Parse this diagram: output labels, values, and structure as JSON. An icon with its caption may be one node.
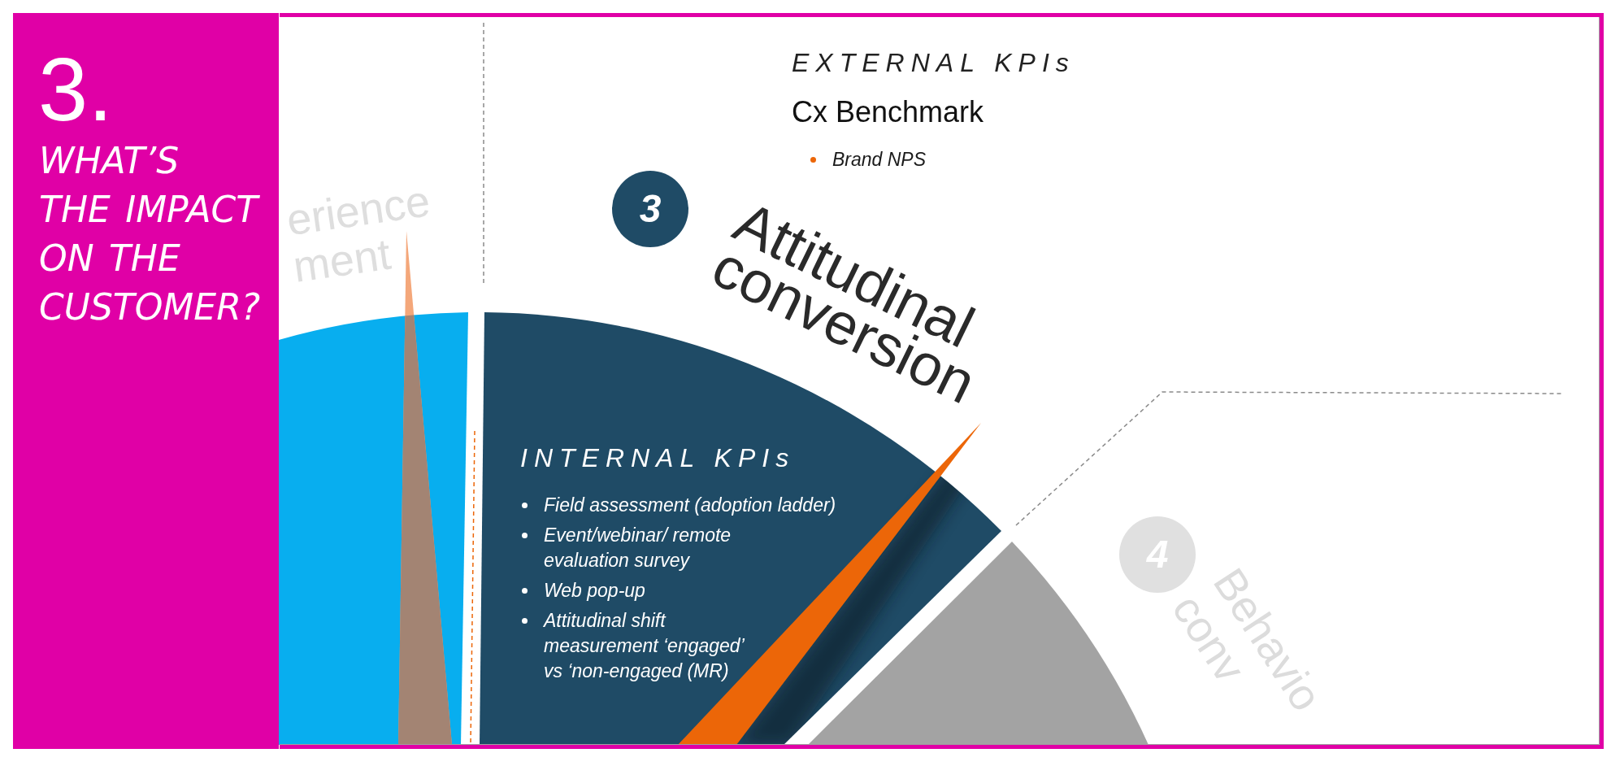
{
  "diagram": {
    "nodes": [
      {
        "text": [
          "3.",
          "WHAT’S THE IMPACT ON THE CUSTOMER?"
        ]
      },
      {
        "text": [
          "3"
        ],
        "beside": [
          "Attitudinal conversion"
        ]
      },
      {
        "text": [],
        "shape": "sector"
      },
      {
        "text": [
          "INTERNAL KPIs",
          "Field assessment (adoption ladder)",
          "Event/webinar/ remote evaluation survey",
          "Web pop-up",
          "Attitudinal shift measurement ‘engaged’ vs ‘non-engaged (MR)"
        ]
      },
      {
        "text": [
          "4"
        ],
        "beside": [
          "Behavio conv"
        ]
      },
      {
        "text": [],
        "shape": "sector"
      }
    ],
    "labels": [
      "EXTERNAL KPIs",
      "Cx Benchmark",
      "Brand NPS",
      "erience ment"
    ]
  }
}
